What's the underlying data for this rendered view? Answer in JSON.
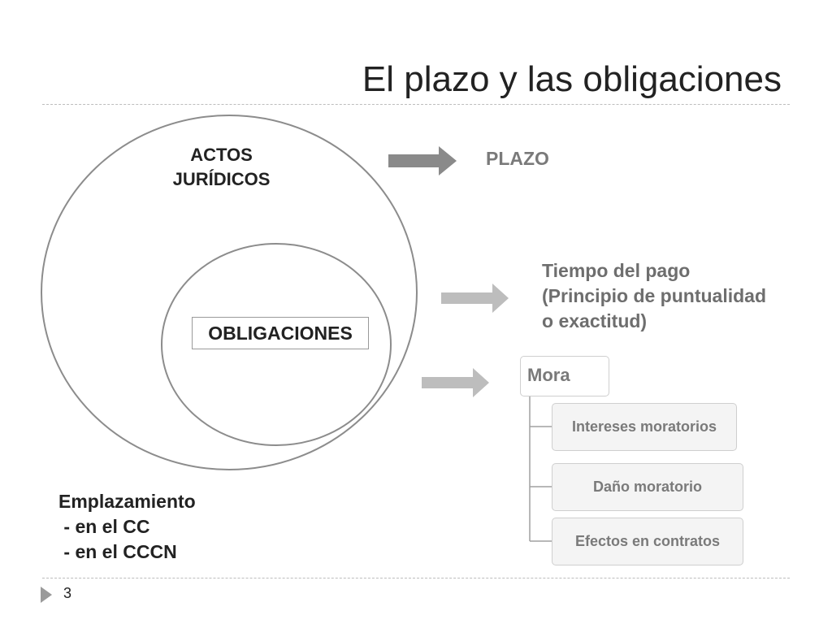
{
  "slide": {
    "title": "El plazo y las obligaciones",
    "page_number": "3"
  },
  "diagram": {
    "outer_circle_label": [
      "ACTOS",
      "JURÍDICOS"
    ],
    "inner_circle_label": "OBLIGACIONES",
    "targets": {
      "plazo": "PLAZO",
      "tiempo": [
        "Tiempo del pago",
        "(Principio de puntualidad",
        "o exactitud)"
      ],
      "mora": {
        "label": "Mora",
        "children": [
          "Intereses moratorios",
          "Daño moratorio",
          "Efectos en contratos"
        ]
      }
    },
    "emplazamiento": {
      "heading": "Emplazamiento",
      "items": [
        " - en el CC",
        " - en el CCCN"
      ]
    }
  },
  "colors": {
    "arrow_dark": "#8a8a8a",
    "arrow_light": "#bdbdbd",
    "circle_stroke": "#8c8c8c",
    "muted_text": "#7a7a7a"
  }
}
